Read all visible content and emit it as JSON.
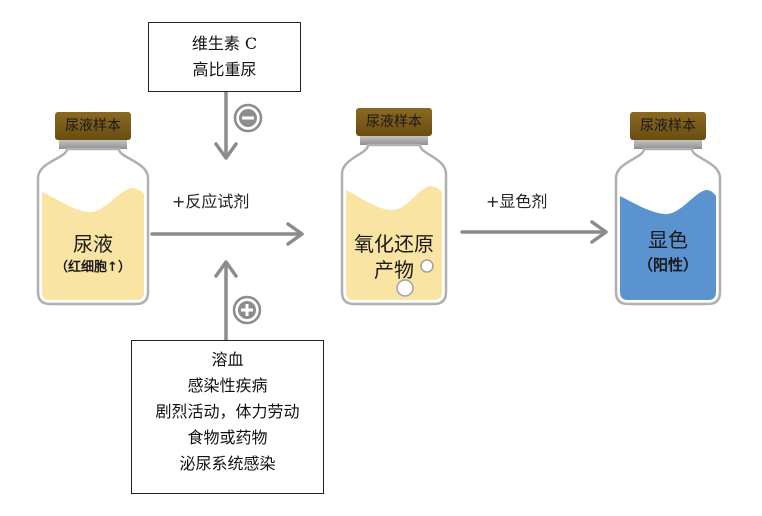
{
  "inhibitors": {
    "line1": "维生素 C",
    "line2": "高比重尿"
  },
  "enhancers": [
    "溶血",
    "感染性疾病",
    "剧烈活动，体力劳动",
    "食物或药物",
    "泌尿系统感染"
  ],
  "jars": [
    {
      "cap_label": "尿液样本",
      "main": "尿液",
      "sub": "（红细胞↑）",
      "liquid_color": "#fae4a3"
    },
    {
      "cap_label": "尿液样本",
      "main_line1": "氧化还原",
      "main_line2": "产物",
      "liquid_color": "#fae4a3"
    },
    {
      "cap_label": "尿液样本",
      "main": "显色",
      "sub": "（阳性）",
      "liquid_color": "#5b92d0"
    }
  ],
  "steps": {
    "reagent": "+反应试剂",
    "color_agent": "+显色剂"
  },
  "icons": {
    "minus": "minus-circle-icon",
    "plus": "plus-circle-icon"
  },
  "colors": {
    "arrow": "#8c8c8c",
    "cap": "#7a5a16",
    "cap_band": "#a8a8a8",
    "jar_outline": "#b0b0b0"
  }
}
